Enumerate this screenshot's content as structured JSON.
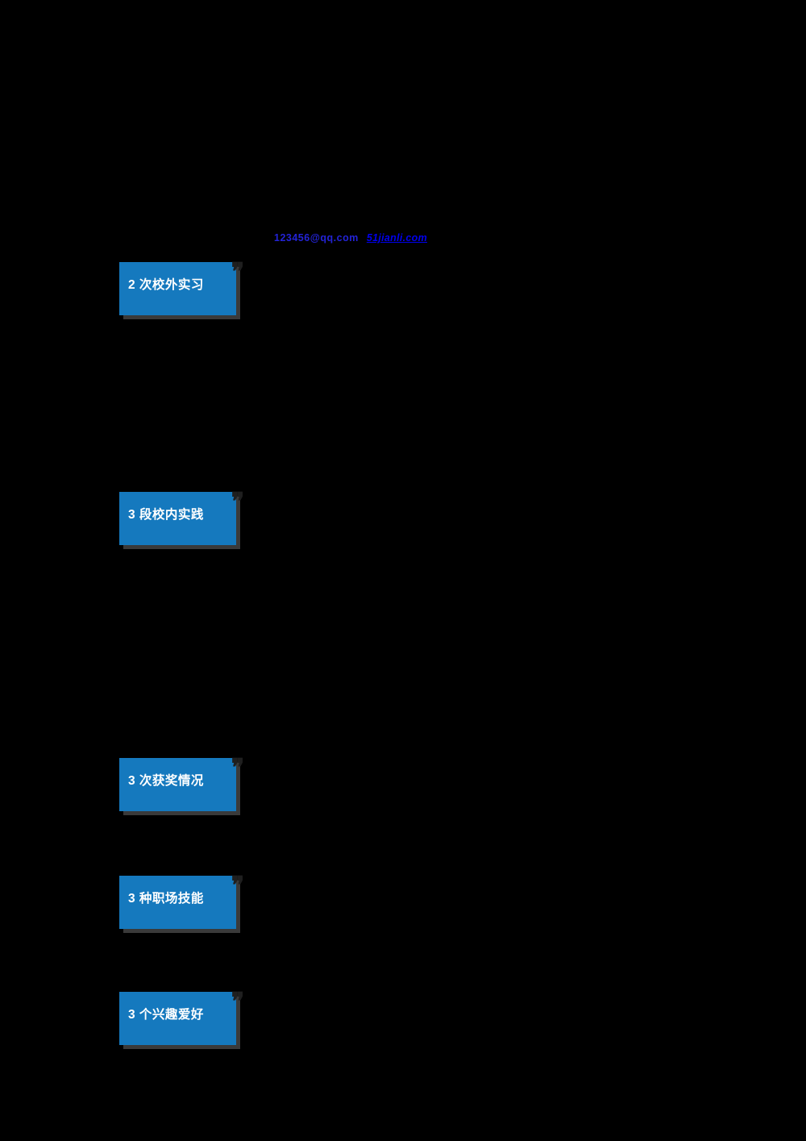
{
  "page": {
    "background_color": "#000000"
  },
  "contact": {
    "email_text": "123456@qq.com",
    "link_text": "51jianli.com",
    "email_color": "#2323d6",
    "link_color": "#0000ee"
  },
  "sections": [
    {
      "label": "2 次校外实习"
    },
    {
      "label": "3 段校内实践"
    },
    {
      "label": "3 次获奖情况"
    },
    {
      "label": "3 种职场技能"
    },
    {
      "label": "3 个兴趣爱好"
    }
  ],
  "colors": {
    "box_blue": "#1579be",
    "box_label_text": "#ffffff",
    "box_shadow": "#3a3a3a",
    "quote_ornament": "#1f1f1f"
  },
  "icons": {
    "quote_icon_glyph": "❞"
  }
}
